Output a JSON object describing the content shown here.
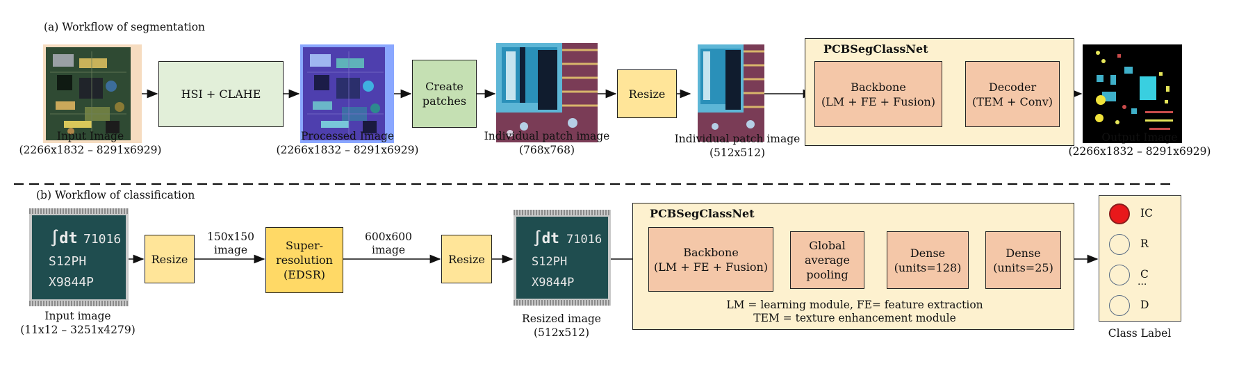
{
  "segmentation": {
    "title": "(a) Workflow of segmentation",
    "input": {
      "caption_line1": "Input Image",
      "caption_line2": "(2266x1832 – 8291x6929)"
    },
    "hsi_clahe": "HSI + CLAHE",
    "processed": {
      "caption_line1": "Processed Image",
      "caption_line2": "(2266x1832 – 8291x6929)"
    },
    "create_patches": [
      "Create",
      "patches"
    ],
    "patch768": {
      "caption_line1": "Individual patch image",
      "caption_line2": "(768x768)"
    },
    "resize": "Resize",
    "patch512": {
      "caption_line1": "Individual patch image",
      "caption_line2": "(512x512)"
    },
    "net_title": "PCBSegClassNet",
    "backbone": [
      "Backbone",
      "(LM + FE + Fusion)"
    ],
    "decoder": [
      "Decoder",
      "(TEM + Conv)"
    ],
    "output": {
      "caption_line1": "Output Image",
      "caption_line2": "(2266x1832 – 8291x6929)"
    }
  },
  "classification": {
    "title": "(b) Workflow of classification",
    "input": {
      "caption_line1": "Input image",
      "caption_line2": "(11x12 – 3251x4279)"
    },
    "resize1": "Resize",
    "label_150": [
      "150x150",
      "image"
    ],
    "super_res": [
      "Super-",
      "resolution",
      "(EDSR)"
    ],
    "label_600": [
      "600x600",
      "image"
    ],
    "resize2": "Resize",
    "resized": {
      "caption_line1": "Resized image",
      "caption_line2": "(512x512)"
    },
    "net_title": "PCBSegClassNet",
    "backbone": [
      "Backbone",
      "(LM + FE + Fusion)"
    ],
    "gap": [
      "Global",
      "average",
      "pooling"
    ],
    "dense1": [
      "Dense",
      "(units=128)"
    ],
    "dense2": [
      "Dense",
      "(units=25)"
    ],
    "legend1": "LM = learning module, FE= feature extraction",
    "legend2": "TEM = texture enhancement module",
    "classes": [
      "IC",
      "R",
      "C",
      "D"
    ],
    "ellipsis": "...",
    "class_caption": "Class Label"
  },
  "chip_text": [
    "71016",
    "S12PH",
    "X9844P"
  ],
  "colors": {
    "box_green_light": "#e2efd9",
    "box_green": "#c5e0b3",
    "box_yellow": "#ffe599",
    "box_salmon": "#f4c7a8",
    "panel_cream": "#fdf1cf",
    "class_active": "#e8181b"
  }
}
